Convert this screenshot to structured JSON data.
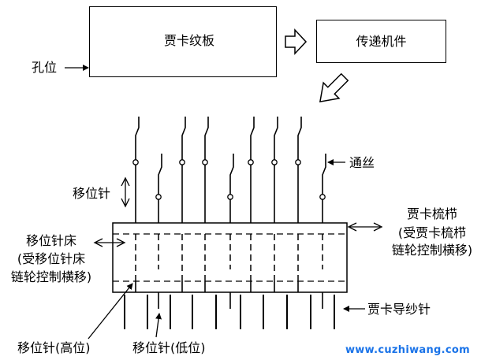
{
  "jacquard_card": "贾卡纹板",
  "transmission": "传递机件",
  "hole_label": "孔位",
  "wire_label": "通丝",
  "shift_needle": "移位针",
  "comb_label": {
    "line1": "贾卡梳栉",
    "line2": "(受贾卡梳栉",
    "line3": "链轮控制横移)"
  },
  "needle_bed": {
    "line1": "移位针床",
    "line2": "(受移位针床",
    "line3": "链轮控制横移)"
  },
  "guide_needle": "贾卡导纱针",
  "shift_high": "移位针(高位)",
  "shift_low": "移位针(低位)",
  "watermark": "www.cuzhiwang.com"
}
